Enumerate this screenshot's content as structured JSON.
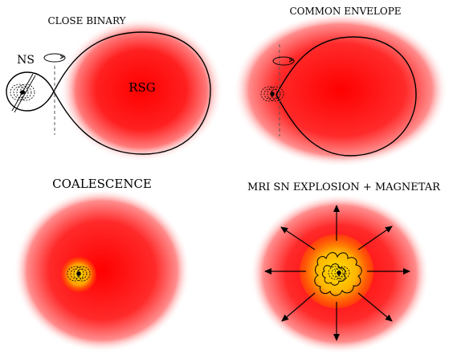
{
  "panels": {
    "close_binary": {
      "title": "CLOSE BINARY",
      "ns_label": "NS",
      "rsg_label": "RSG"
    },
    "common_envelope": {
      "title": "COMMON ENVELOPE"
    },
    "coalescence": {
      "title": "COALESCENCE"
    },
    "explosion": {
      "title": "MRI SN EXPLOSION + MAGNETAR"
    }
  },
  "colors": {
    "envelope_red": "#ff0000",
    "core_yellow": "#ffd200",
    "core_orange": "#ff9a00",
    "outline": "#000000"
  }
}
